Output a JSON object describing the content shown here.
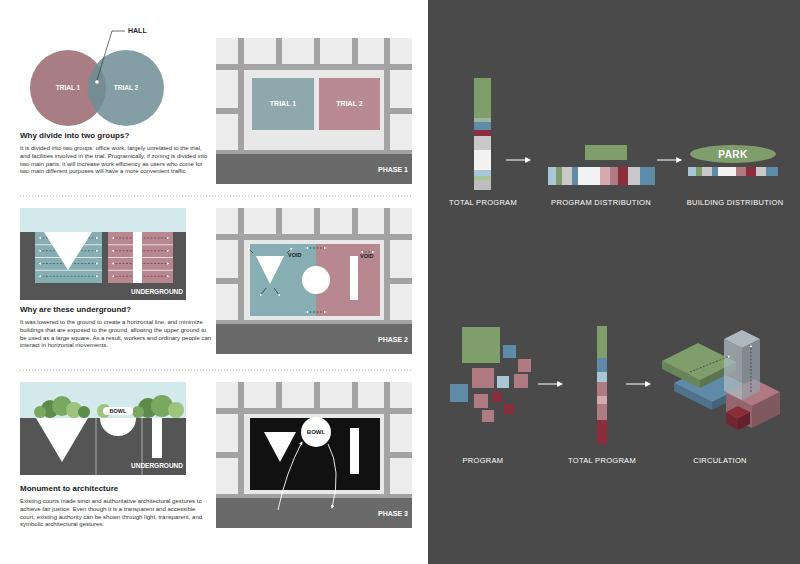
{
  "diagram": {
    "nodes": [
      {
        "text": [
          "TRIAL 1"
        ]
      },
      {
        "text": [
          "TRIAL 2"
        ]
      },
      {
        "text": [
          "TRIAL 1"
        ]
      },
      {
        "text": [
          "TRIAL 2"
        ]
      },
      {
        "text": [
          "BOWL"
        ]
      },
      {
        "text": [
          "PARK"
        ]
      }
    ],
    "labels": [
      "HALL",
      "Why divide into two groups?",
      "It is divided into two groups: office work, largely unrelated to the trial, and facilities involved in the trial. Programically, if zoning is divided into two main parts, it will increase work efficiency as users who come for two main different purposes will have a more convenient traffic.",
      "PHASE 1",
      "UNDERGROUND",
      "Why are these underground?",
      "It was lowered to the ground to create a horizontal line, and minimize buildings that are exposed to the ground, allowing the upper ground to be used as a large square. As a result, workers and ordinary people can interact in horizontal movements.",
      "VOID",
      "VOID",
      "PHASE 2",
      "BOWL",
      "UNDERGROUND",
      "Monument to architecture",
      "Existing courts made strict and authoritative architectural gestures to achieve fair justice. Even though it is a transparent and accessible court, existing authority can be shown through light, transparent, and symbolic architectural gestures.",
      "PHASE 3",
      "TOTAL PROGRAM",
      "PROGRAM DISTRIBUTION",
      "BUILDING DISTRIBUTION",
      "PROGRAM",
      "TOTAL PROGRAM",
      "CIRCULATION"
    ]
  }
}
